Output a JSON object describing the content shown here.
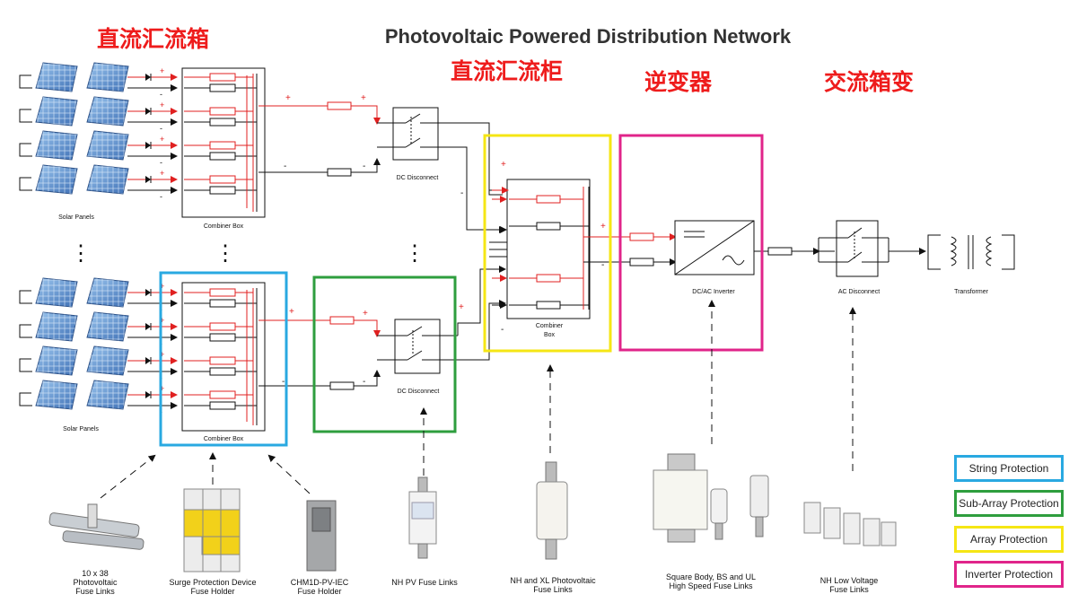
{
  "title": "Photovoltaic Powered Distribution Network",
  "headings": {
    "dc_combiner_box": "直流汇流箱",
    "dc_combiner_cabinet": "直流汇流柜",
    "inverter": "逆变器",
    "ac_box_transformer": "交流箱变"
  },
  "labels": {
    "solar_panels_top": "Solar Panels",
    "solar_panels_bottom": "Solar Panels",
    "combiner_box_top": "Combiner Box",
    "combiner_box_bottom": "Combiner Box",
    "dc_disconnect_top": "DC Disconnect",
    "dc_disconnect_bottom": "DC Disconnect",
    "combiner_box_array_1": "Combiner",
    "combiner_box_array_2": "Box",
    "dc_ac_inverter": "DC/AC Inverter",
    "ac_disconnect": "AC Disconnect",
    "transformer": "Transformer",
    "ellipsis": "⋮"
  },
  "products": [
    {
      "lines": [
        "10 x 38",
        "Photovoltaic",
        "Fuse Links"
      ]
    },
    {
      "lines": [
        "Surge Protection Device",
        "Fuse Holder"
      ]
    },
    {
      "lines": [
        "CHM1D-PV-IEC",
        "Fuse Holder"
      ]
    },
    {
      "lines": [
        "NH PV Fuse Links"
      ]
    },
    {
      "lines": [
        "NH and XL Photovoltaic",
        "Fuse Links"
      ]
    },
    {
      "lines": [
        "Square Body, BS and UL",
        "High Speed Fuse Links"
      ]
    },
    {
      "lines": [
        "NH Low Voltage",
        "Fuse Links"
      ]
    }
  ],
  "legend": [
    {
      "label": "String Protection",
      "color": "#29a9e1"
    },
    {
      "label": "Sub-Array Protection",
      "color": "#2e9e3e"
    },
    {
      "label": "Array Protection",
      "color": "#f5e614"
    },
    {
      "label": "Inverter Protection",
      "color": "#e0248a"
    }
  ],
  "colors": {
    "positive": "#e02020",
    "negative": "#111111",
    "heading": "#ee1c1c"
  },
  "polarity": {
    "plus": "+",
    "minus": "-"
  }
}
